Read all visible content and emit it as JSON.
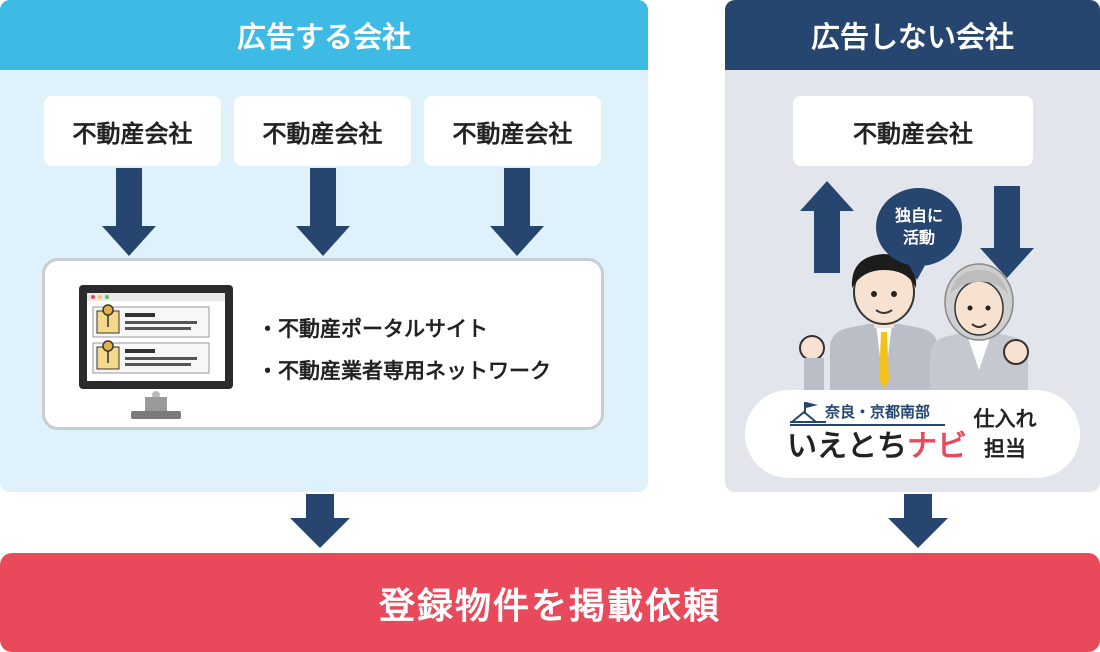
{
  "left_panel": {
    "title": "広告する会社",
    "companies": [
      "不動産会社",
      "不動産会社",
      "不動産会社"
    ],
    "portal_items": [
      "・不動産ポータルサイト",
      "・不動産業者専用ネットワーク"
    ]
  },
  "right_panel": {
    "title": "広告しない会社",
    "company": "不動産会社",
    "bubble_line1": "独自に",
    "bubble_line2": "活動",
    "logo_region": "奈良・京都南部",
    "logo_name_black": "いえとち",
    "logo_name_red": "ナビ",
    "role_line1": "仕入れ",
    "role_line2": "担当"
  },
  "bottom": {
    "label": "登録物件を掲載依頼"
  },
  "colors": {
    "left_header": "#3dbbe4",
    "left_bg": "#dff1fa",
    "right_header": "#27466f",
    "right_bg": "#e2e6ec",
    "arrow": "#27466f",
    "bottom_bar": "#e84a5b",
    "logo_red": "#e84a5b"
  }
}
